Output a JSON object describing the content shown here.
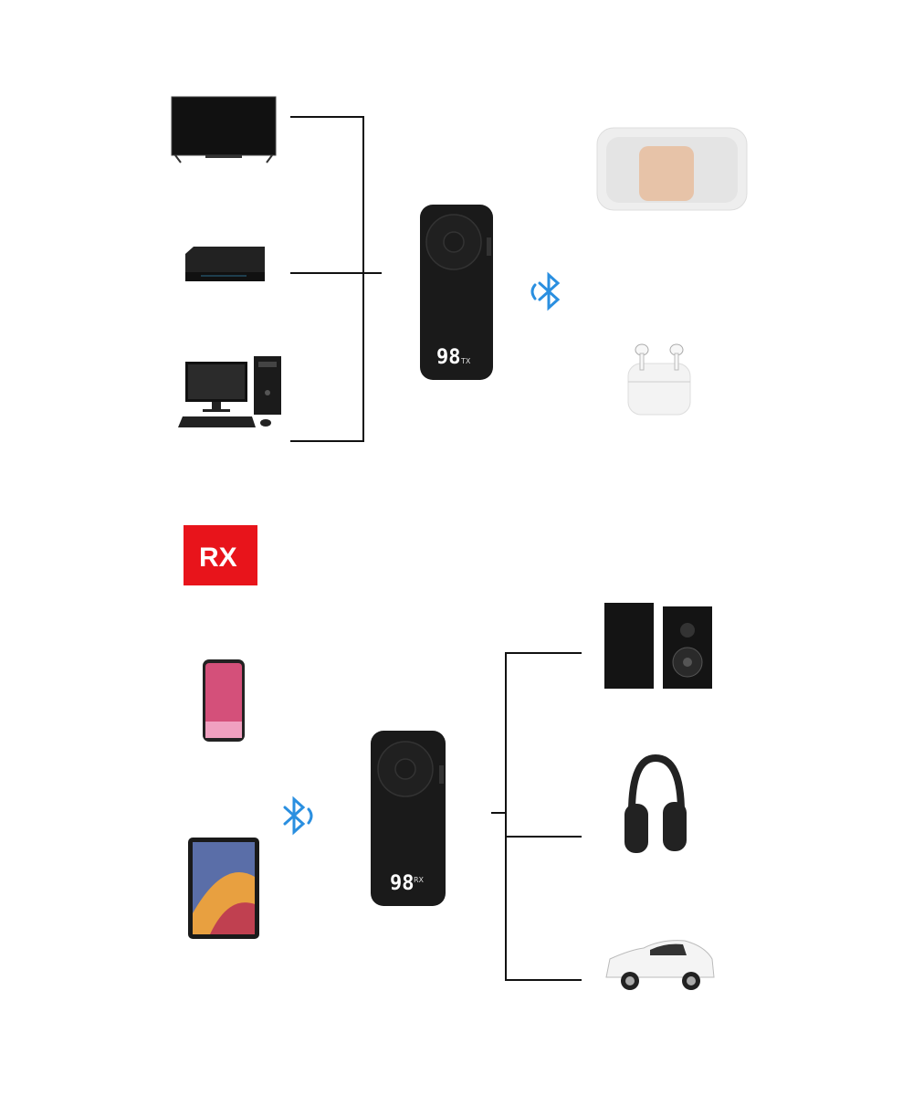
{
  "transmitter": {
    "display_number": "98",
    "mode_label": "TX"
  },
  "receiver": {
    "display_number": "98",
    "mode_label": "RX"
  },
  "rx_badge": {
    "text": "RX",
    "color": "#e8141b"
  },
  "colors": {
    "bluetooth": "#2a8fe0",
    "line": "#111111",
    "device_body": "#1a1a1a"
  },
  "sources_tx": [
    "tv-icon",
    "set-top-box-icon",
    "desktop-computer-icon"
  ],
  "sinks_tx": [
    "smart-speaker-icon",
    "airpods-icon"
  ],
  "sources_rx": [
    "smartphone-icon",
    "tablet-icon"
  ],
  "sinks_rx": [
    "bookshelf-speakers-icon",
    "headphones-icon",
    "car-icon"
  ]
}
